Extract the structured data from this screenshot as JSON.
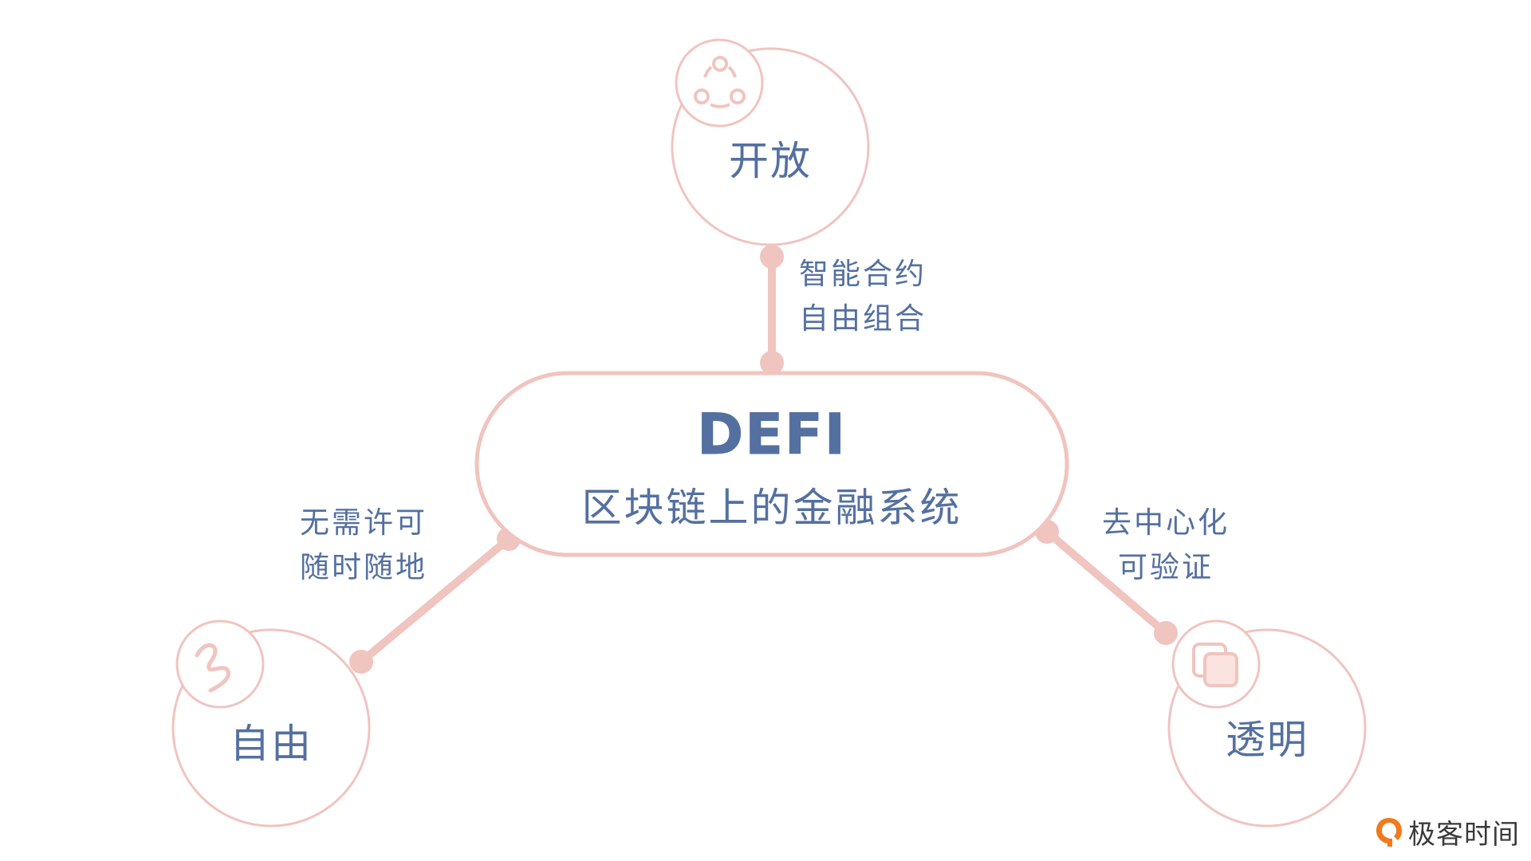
{
  "center": {
    "title": "DEFI",
    "subtitle": "区块链上的金融系统"
  },
  "nodes": {
    "top": {
      "label": "开放",
      "icon": "network-share-icon"
    },
    "left": {
      "label": "自由",
      "icon": "scribble-icon"
    },
    "right": {
      "label": "透明",
      "icon": "overlapping-squares-icon"
    }
  },
  "edges": {
    "top": {
      "line1": "智能合约",
      "line2": "自由组合"
    },
    "left": {
      "line1": "无需许可",
      "line2": "随时随地"
    },
    "right": {
      "line1": "去中心化",
      "line2": "可验证"
    }
  },
  "brand": {
    "name": "极客时间"
  },
  "colors": {
    "accent": "#f0c4bf",
    "text": "#5470a0",
    "logo": "#f07a1e"
  }
}
